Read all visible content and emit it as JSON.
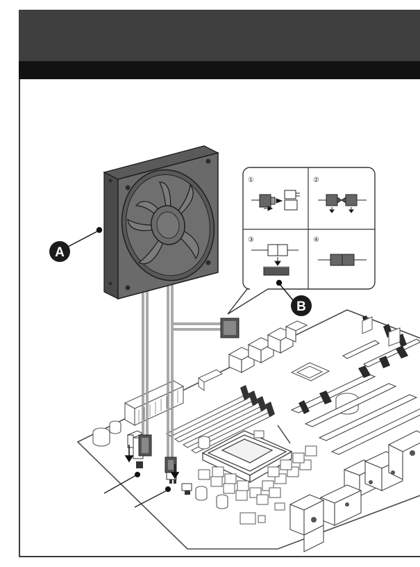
{
  "header": {
    "title": "",
    "section": ""
  },
  "callouts": {
    "a": "A",
    "b": "B"
  },
  "steps": [
    "①",
    "②",
    "③",
    "④"
  ]
}
